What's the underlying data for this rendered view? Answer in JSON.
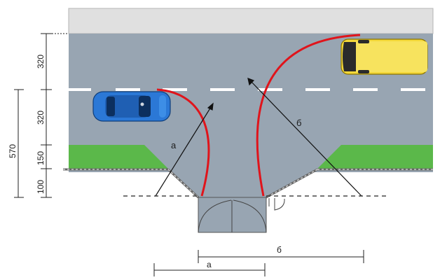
{
  "dimensions": {
    "left": {
      "d320_top": "320",
      "d320_mid": "320",
      "d150": "150",
      "d100": "100",
      "d570": "570"
    },
    "bottom": {
      "b": "б",
      "a": "a"
    }
  },
  "labels": {
    "a": "a",
    "b": "б"
  },
  "colors": {
    "road": "#98a5b2",
    "sidewalk": "#e0e0e0",
    "grass": "#5bb84a",
    "marking": "#ffffff",
    "turn_path": "#e0141b",
    "car_blue": "#2b78d6",
    "van_yellow": "#f4d83a"
  },
  "icons": {
    "car": "blue-car-icon",
    "van": "yellow-van-icon",
    "gate": "gate-icon",
    "wicket": "wicket-icon"
  }
}
